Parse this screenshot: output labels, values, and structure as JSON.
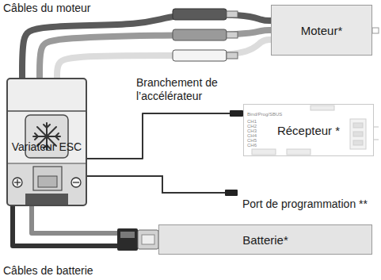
{
  "diagram": {
    "nodes": [
      {
        "text": [
          "Moteur*"
        ]
      },
      {
        "text": [
          "Variateur ESC"
        ]
      },
      {
        "text": [
          "Récepteur *"
        ]
      },
      {
        "text": [
          "Batterie*"
        ]
      }
    ],
    "edges": [
      {
        "from": 1,
        "to": 0,
        "arrow": "none"
      },
      {
        "from": 1,
        "to": 0,
        "arrow": "none"
      },
      {
        "from": 1,
        "to": 0,
        "arrow": "none"
      },
      {
        "from": 1,
        "to": 2,
        "arrow": "none"
      },
      {
        "from": 1,
        "to": 3,
        "arrow": "none"
      },
      {
        "from": 1,
        "to": 3,
        "arrow": "none"
      }
    ],
    "labels": [
      "Câbles du moteur",
      "Branchement de l’accélérateur",
      "Port de programmation **",
      "Câbles de batterie",
      "Bind/Prog/SBUS",
      "CH1",
      "CH2",
      "CH3",
      "CH4",
      "CH5",
      "CH6"
    ]
  }
}
